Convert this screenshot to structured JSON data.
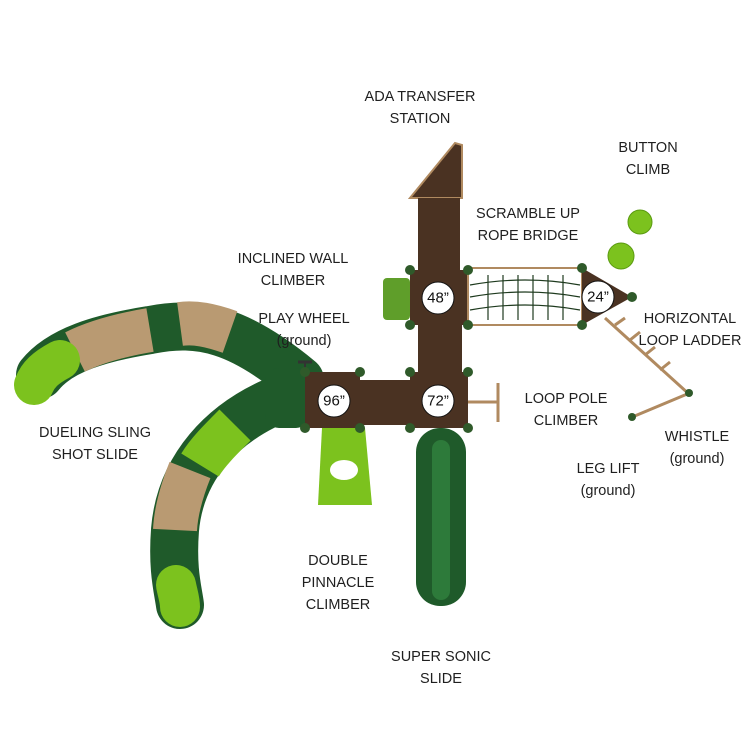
{
  "labels": {
    "ada": [
      "ADA TRANSFER",
      "STATION"
    ],
    "button_climb": [
      "BUTTON",
      "CLIMB"
    ],
    "rope_bridge": [
      "SCRAMBLE UP",
      "ROPE BRIDGE"
    ],
    "inclined_wall": [
      "INCLINED WALL",
      "CLIMBER"
    ],
    "play_wheel": [
      "PLAY WHEEL",
      "(ground)"
    ],
    "loop_ladder": [
      "HORIZONTAL",
      "LOOP LADDER"
    ],
    "loop_pole": [
      "LOOP POLE",
      "CLIMBER"
    ],
    "whistle": [
      "WHISTLE",
      "(ground)"
    ],
    "leg_lift": [
      "LEG LIFT",
      "(ground)"
    ],
    "sling_slide": [
      "DUELING SLING",
      "SHOT SLIDE"
    ],
    "pinnacle": [
      "DOUBLE",
      "PINNACLE",
      "CLIMBER"
    ],
    "super_sonic": [
      "SUPER SONIC",
      "SLIDE"
    ]
  },
  "deck_heights": {
    "deck_48": "48”",
    "deck_72": "72”",
    "deck_96": "96”",
    "deck_24": "24”"
  },
  "colors": {
    "deck": "#4a3222",
    "post": "#2f5a2a",
    "dark_green": "#1f5a2a",
    "lime": "#7cc21e",
    "tan": "#b99a72",
    "rail": "#b08a60"
  }
}
